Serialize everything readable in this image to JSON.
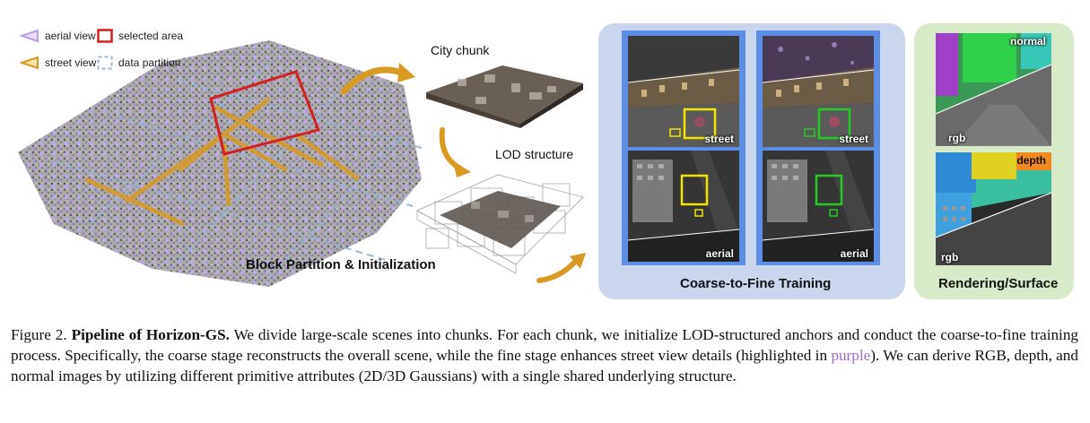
{
  "legend": {
    "aerial_view": "aerial view",
    "street_view": "street view",
    "selected_area": "selected area",
    "data_partition": "data partition"
  },
  "stage1": {
    "title": "Block Partition & Initialization",
    "city_chunk": "City chunk",
    "lod_structure": "LOD structure"
  },
  "stage2": {
    "title": "Coarse-to-Fine Training",
    "coarse_street": "street",
    "coarse_aerial": "aerial",
    "fine_street": "street",
    "fine_aerial": "aerial"
  },
  "stage3": {
    "title": "Rendering/Surface",
    "normal": "normal",
    "rgb_top": "rgb",
    "depth": "depth",
    "rgb_bottom": "rgb"
  },
  "caption": {
    "figure_num": "Figure 2.",
    "title": "Pipeline of Horizon-GS.",
    "text1": " We divide large-scale scenes into chunks. For each chunk, we initialize LOD-structured anchors and conduct the coarse-to-fine training process. Specifically, the coarse stage reconstructs the overall scene, while the fine stage enhances street view details (highlighted in ",
    "highlight": "purple",
    "text2": "). We can derive RGB, depth, and normal images by utilizing different primitive attributes (2D/3D Gaussians) with a single shared underlying structure."
  },
  "colors": {
    "aerial": "#b9a0e6",
    "street": "#d99a22",
    "selected": "#d62020",
    "partition": "#8fb7d6",
    "training_bg": "#c9d6ee",
    "rendering_bg": "#d8ebc9",
    "arrow": "#d99a22",
    "coarse_box": "#f5e400",
    "fine_box": "#22cc22"
  }
}
